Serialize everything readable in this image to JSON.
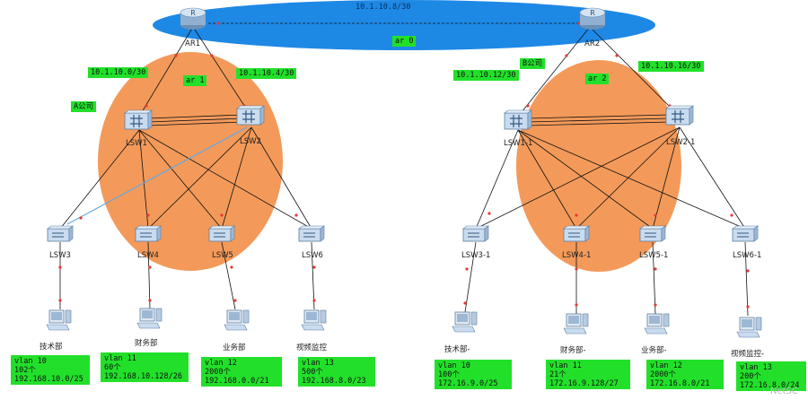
{
  "networks": {
    "backbone_subnet": "10.1.10.8/30",
    "area0": "ar 0",
    "company_a": "A公司",
    "company_b": "B公司",
    "area1": "ar 1",
    "area2": "ar 2",
    "subnet_ar1_lsw1": "10.1.10.0/30",
    "subnet_ar1_lsw2": "10.1.10.4/30",
    "subnet_ar2_lsw1": "10.1.10.12/30",
    "subnet_ar2_lsw2": "10.1.10.16/30"
  },
  "routers": {
    "ar1": "AR1",
    "ar2": "AR2"
  },
  "core_switches": {
    "lsw1": "LSW1",
    "lsw2": "LSW2",
    "lsw1b": "LSW1-1",
    "lsw2b": "LSW2-1"
  },
  "access_switches": {
    "lsw3": "LSW3",
    "lsw4": "LSW4",
    "lsw5": "LSW5",
    "lsw6": "LSW6",
    "lsw3b": "LSW3-1",
    "lsw4b": "LSW4-1",
    "lsw5b": "LSW5-1",
    "lsw6b": "LSW6-1"
  },
  "hosts": {
    "a1": "技术部",
    "a2": "财务部",
    "a3": "业务部",
    "a4": "视频监控",
    "b1": "技术部-",
    "b2": "财务部-",
    "b3": "业务部-",
    "b4": "视频监控-"
  },
  "vlans": {
    "a1": {
      "vlan": "vlan 10",
      "count": "102个",
      "net": "192.168.10.0/25"
    },
    "a2": {
      "vlan": "vlan 11",
      "count": "60个",
      "net": "192.168.10.128/26"
    },
    "a3": {
      "vlan": "vlan 12",
      "count": "2000个",
      "net": "192.168.0.0/21"
    },
    "a4": {
      "vlan": "vlan 13",
      "count": "500个",
      "net": "192.168.8.0/23"
    },
    "b1": {
      "vlan": "vlan 10",
      "count": "100个",
      "net": "172.16.9.0/25"
    },
    "b2": {
      "vlan": "vlan 11",
      "count": "21个",
      "net": "172.16.9.128/27"
    },
    "b3": {
      "vlan": "vlan 12",
      "count": "2000个",
      "net": "172.16.8.0/21"
    },
    "b4": {
      "vlan": "vlan 13",
      "count": "200个",
      "net": "172.16.8.0/24"
    }
  },
  "watermark": "NetSC",
  "colors": {
    "area0": "#1e88e5",
    "area_orange": "#f39a5a",
    "label_green": "#22e02a",
    "link": "#111111",
    "port_dot": "#e53935",
    "stack_link": "#64a8e0"
  }
}
